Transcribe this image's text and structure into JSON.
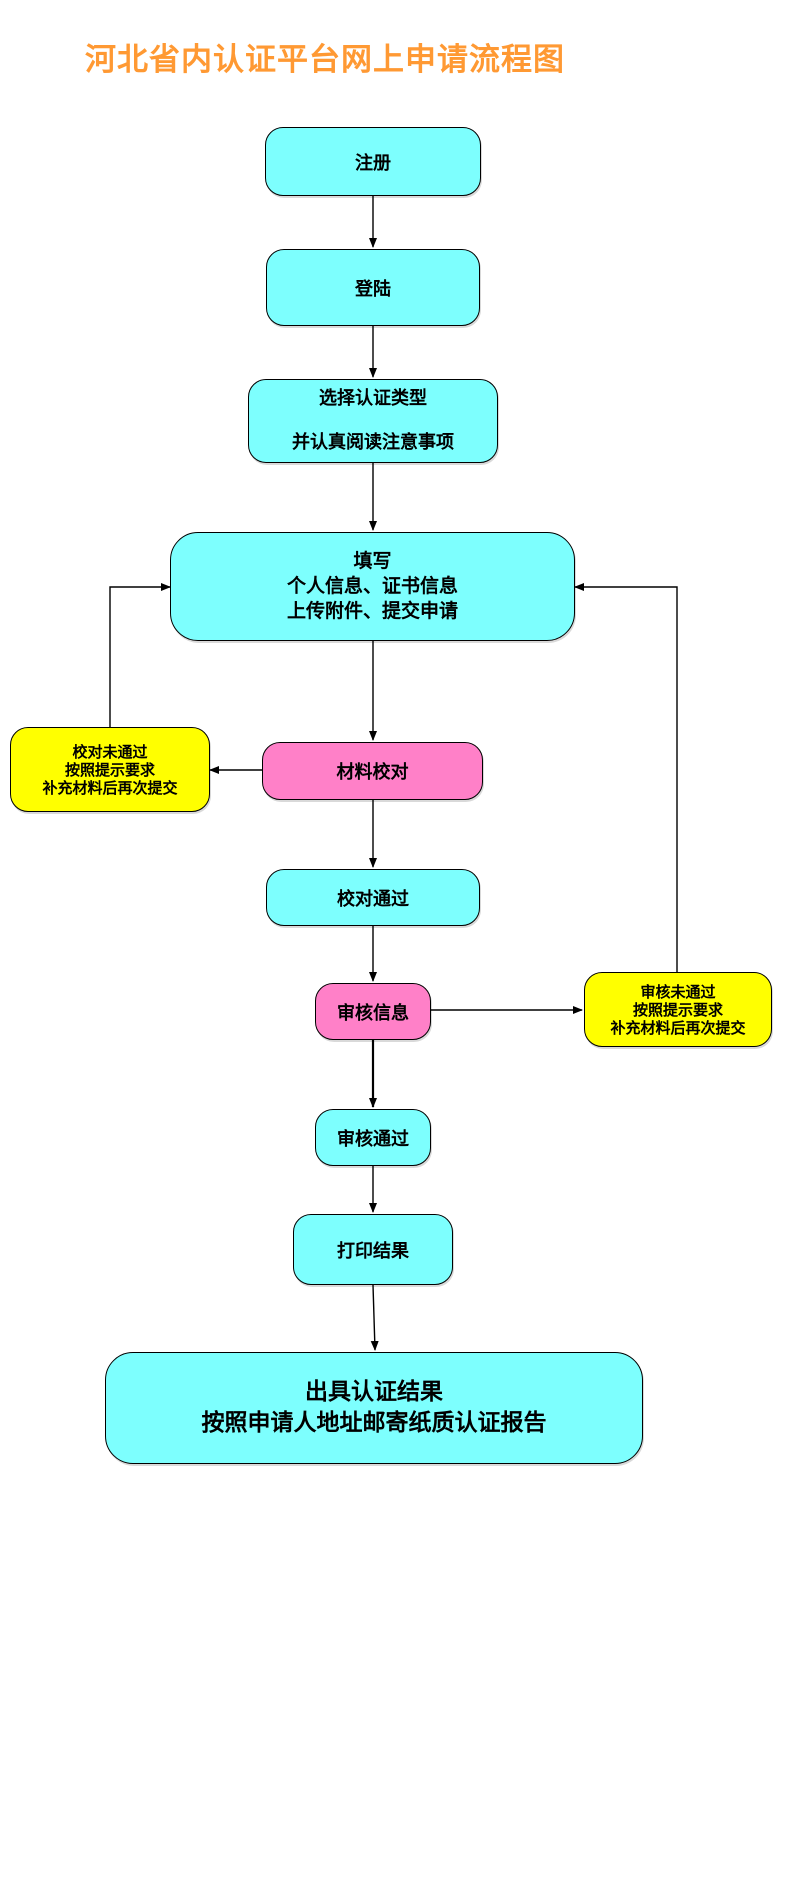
{
  "title": "河北省内认证平台网上申请流程图",
  "colors": {
    "title": "#ff9933",
    "step": "#7dfffe",
    "check": "#ff80c8",
    "fail": "#ffff00",
    "line": "#000000"
  },
  "nodes": {
    "register": "注册",
    "login": "登陆",
    "select_type": {
      "line1": "选择认证类型",
      "line2": "并认真阅读注意事项"
    },
    "fill": {
      "line1": "填写",
      "line2": "个人信息、证书信息",
      "line3": "上传附件、提交申请"
    },
    "verify_materials": "材料校对",
    "verify_failed": {
      "line1": "校对未通过",
      "line2": "按照提示要求",
      "line3": "补充材料后再次提交"
    },
    "verify_passed": "校对通过",
    "review_info": "审核信息",
    "review_failed": {
      "line1": "审核未通过",
      "line2": "按照提示要求",
      "line3": "补充材料后再次提交"
    },
    "review_passed": "审核通过",
    "print_result": "打印结果",
    "issue_result": {
      "line1": "出具认证结果",
      "line2": "按照申请人地址邮寄纸质认证报告"
    }
  }
}
